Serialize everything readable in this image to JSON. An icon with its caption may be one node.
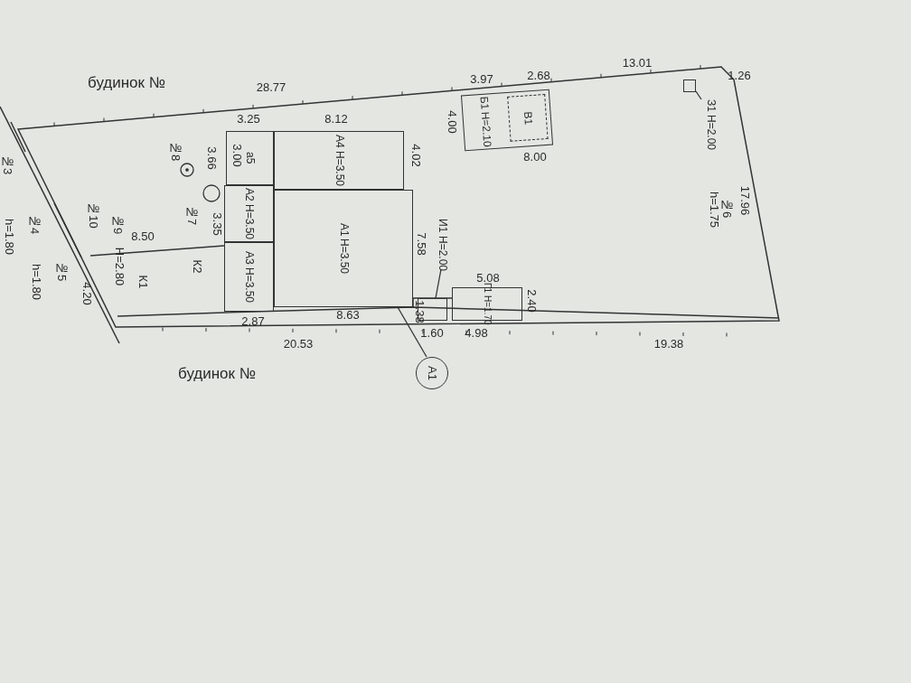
{
  "diagram": {
    "nodes": [
      {
        "text": [
          "А4",
          "Н=3.50"
        ]
      },
      {
        "text": [
          "А1",
          "Н=3.50"
        ]
      },
      {
        "text": [
          "а5"
        ]
      },
      {
        "text": [
          "А2",
          "Н=3.50"
        ]
      },
      {
        "text": [
          "А3",
          "Н=3.50"
        ]
      },
      {
        "text": [
          "Б1",
          "Н=2.10"
        ]
      },
      {
        "text": [
          "В1"
        ],
        "in": 5
      },
      {
        "text": [
          "Г1",
          "Н=1.70"
        ]
      },
      {
        "text": [],
        "shape": "box"
      },
      {
        "text": [
          "И1",
          "Н=2.00"
        ]
      },
      {
        "text": [
          "З1",
          "Н=2.00"
        ]
      },
      {
        "text": [],
        "shape": "box"
      },
      {
        "text": [
          "А1"
        ]
      }
    ],
    "edges": [
      {
        "from": 9,
        "to": 8,
        "arrow": "none"
      },
      {
        "from": 10,
        "to": 11,
        "arrow": "none"
      },
      {
        "from": 12,
        "to": 1,
        "arrow": "none"
      }
    ],
    "labels": [
      "будинок №",
      "28.77",
      "3.97",
      "2.68",
      "13.01",
      "1.26",
      "3.25",
      "8.12",
      "4.00",
      "8.00",
      "№3",
      "№8",
      "3.66",
      "3.00",
      "4.02",
      "h=1.80",
      "17.96",
      "№6",
      "h=1.75",
      "№10",
      "№7",
      "3.35",
      "№9",
      "№4",
      "h=1.80",
      "8.50",
      "7.58",
      "К2",
      "Н=2.80",
      "К1",
      "№5",
      "5.08",
      "2.40",
      "4.20",
      "2.87",
      "8.63",
      "1.38",
      "1.60",
      "4.98",
      "19.38",
      "20.53",
      "будинок №"
    ]
  }
}
